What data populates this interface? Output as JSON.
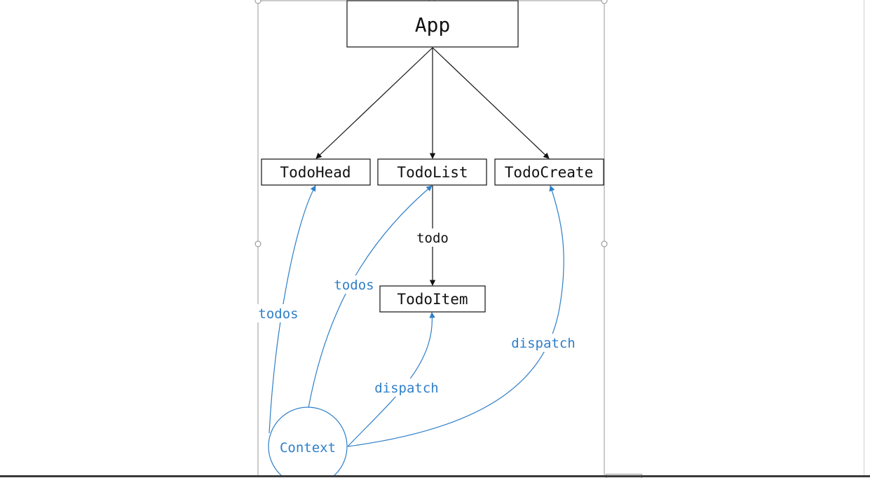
{
  "diagram": {
    "nodes": {
      "app": "App",
      "todo_head": "TodoHead",
      "todo_list": "TodoList",
      "todo_create": "TodoCreate",
      "todo_item": "TodoItem",
      "context": "Context"
    },
    "edge_labels": {
      "list_to_item": "todo",
      "context_to_head": "todos",
      "context_to_list": "todos",
      "context_to_item": "dispatch",
      "context_to_create": "dispatch"
    },
    "colors": {
      "black_edges": "#111111",
      "context_edges": "#2f7fc8",
      "selection_frame": "#9a9a9a"
    }
  }
}
